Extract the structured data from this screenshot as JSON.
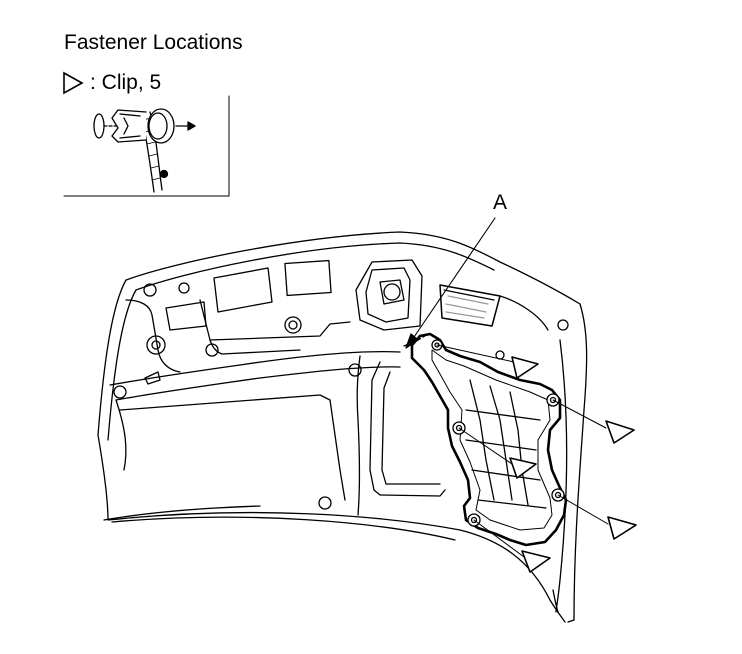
{
  "diagram": {
    "title": "Fastener Locations",
    "legend": {
      "symbol_icon": "outline-triangle-marker-icon",
      "text": ": Clip, 5"
    },
    "callout_label": "A",
    "clip_count": 5,
    "colors": {
      "line": "#000000",
      "background": "#ffffff",
      "light_line": "#999999"
    }
  }
}
